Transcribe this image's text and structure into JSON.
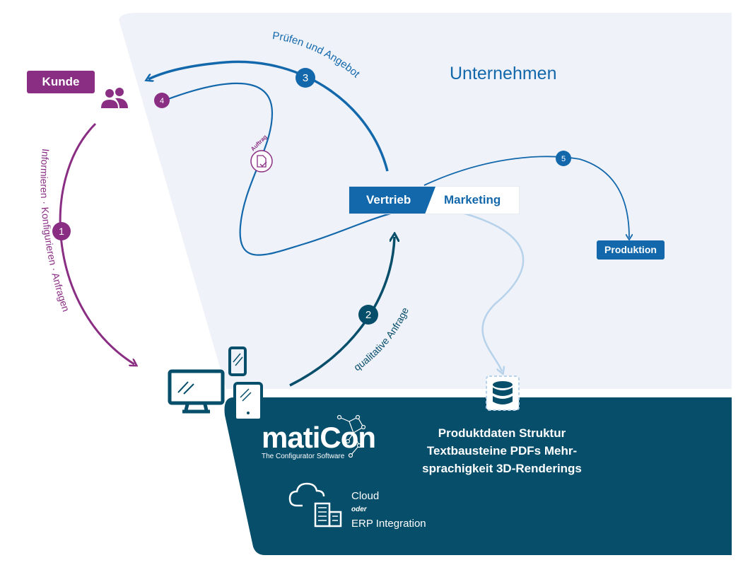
{
  "kunde_label": "Kunde",
  "unternehmen_label": "Unternehmen",
  "vertrieb_label": "Vertrieb",
  "marketing_label": "Marketing",
  "produktion_label": "Produktion",
  "step1": {
    "number": "1",
    "label": "Informieren · Konfigurieren · Anfragen"
  },
  "step2": {
    "number": "2",
    "label": "qualitative Anfrage"
  },
  "step3": {
    "number": "3",
    "label": "Prüfen und Angebot"
  },
  "step4": {
    "number": "4",
    "label": "Auftrag"
  },
  "step5": {
    "number": "5"
  },
  "logo": {
    "name": "matiCon",
    "tagline": "The Configurator Software"
  },
  "database_items": {
    "line1": "Produktdaten Struktur",
    "line2": "Textbausteine PDFs Mehr-",
    "line3": "sprachigkeit 3D-Renderings"
  },
  "deployment": {
    "cloud": "Cloud",
    "oder": "oder",
    "erp": "ERP Integration"
  },
  "colors": {
    "purple": "#8a2e84",
    "blue": "#1368ac",
    "dark_teal": "#074e6b",
    "light_bg": "#eff2f8",
    "light_arrow": "#b7d2eb"
  }
}
